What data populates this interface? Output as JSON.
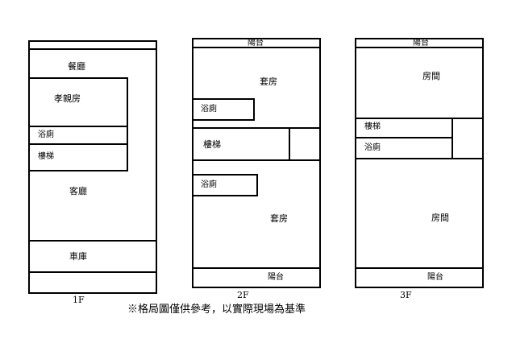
{
  "page": {
    "background_color": "#ffffff",
    "line_color": "#000000"
  },
  "plans": {
    "f1": {
      "floor_label": "1F",
      "rooms": {
        "dining": "餐廳",
        "parents_room": "孝親房",
        "bathroom": "浴廁",
        "stairs": "樓梯",
        "living_room": "客廳",
        "garage": "車庫"
      }
    },
    "f2": {
      "floor_label": "2F",
      "rooms": {
        "balcony_top": "陽台",
        "suite_upper": "套房",
        "bathroom_upper": "浴廁",
        "stairs": "樓梯",
        "bathroom_lower": "浴廁",
        "suite_lower": "套房",
        "balcony_bottom": "陽台"
      }
    },
    "f3": {
      "floor_label": "3F",
      "rooms": {
        "balcony_top": "陽台",
        "room_upper": "房間",
        "stairs": "樓梯",
        "bathroom": "浴廁",
        "room_lower": "房間",
        "balcony_bottom": "陽台"
      }
    }
  },
  "footer": {
    "disclaimer": "※格局圖僅供參考，以實際現場為基準"
  }
}
